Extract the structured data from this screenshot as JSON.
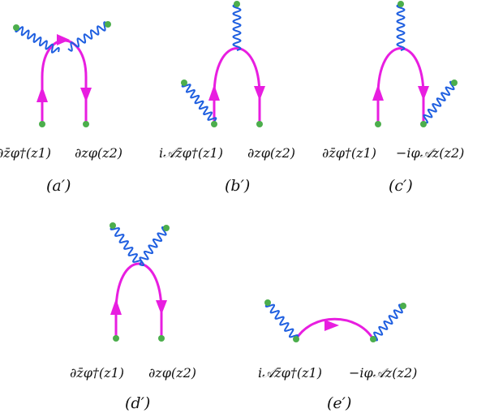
{
  "colors": {
    "fermion": "#e81ee0",
    "photon": "#1f5fe0",
    "vertex": "#4cae4c",
    "text": "#111111"
  },
  "diagrams": [
    {
      "caption": "(a′)",
      "left_label": "∂z̄φ†(z1)",
      "right_label": "∂zφ(z2)"
    },
    {
      "caption": "(b′)",
      "left_label": "i𝒜z̄φ†(z1)",
      "right_label": "∂zφ(z2)"
    },
    {
      "caption": "(c′)",
      "left_label": "∂z̄φ†(z1)",
      "right_label": "−iφ𝒜z(z2)"
    },
    {
      "caption": "(d′)",
      "left_label": "∂z̄φ†(z1)",
      "right_label": "∂zφ(z2)"
    },
    {
      "caption": "(e′)",
      "left_label": "i𝒜z̄φ†(z1)",
      "right_label": "−iφ𝒜z(z2)"
    }
  ]
}
